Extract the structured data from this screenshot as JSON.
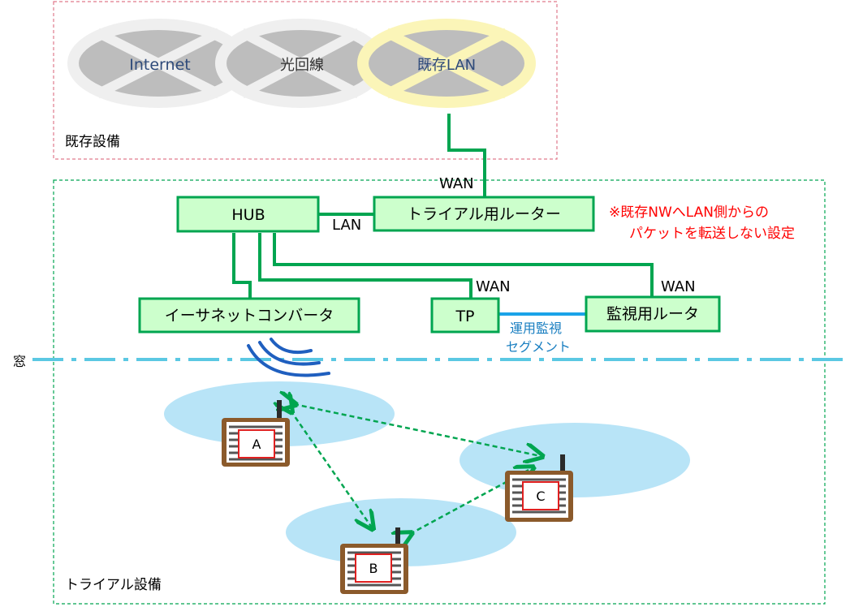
{
  "existing": {
    "title": "既存設備",
    "clouds": [
      {
        "label": "Internet"
      },
      {
        "label": "光回線"
      },
      {
        "label": "既存LAN"
      }
    ]
  },
  "trial": {
    "title": "トライアル設備"
  },
  "boxes": {
    "router": "トライアル用ルーター",
    "hub": "HUB",
    "converter": "イーサネットコンバータ",
    "tp": "TP",
    "monitor": "監視用ルータ"
  },
  "links": {
    "wan_router": "WAN",
    "lan_hub": "LAN",
    "wan_tp": "WAN",
    "wan_monitor": "WAN",
    "segment_line1": "運用監視",
    "segment_line2": "セグメント"
  },
  "note": {
    "line1": "※既存NWへLAN側からの",
    "line2": "パケットを転送しない設定"
  },
  "window_label": "窓",
  "devices": [
    {
      "label": "A"
    },
    {
      "label": "B"
    },
    {
      "label": "C"
    }
  ],
  "colors": {
    "box_fill": "#ccffcc",
    "green_line": "#00a550",
    "segment_line": "#1aa3e8",
    "note_text": "#ff0000",
    "window_line": "#5bc8e3",
    "coverage": "#b8e4f7",
    "wireless": "#1f5fbf",
    "device_body": "#8b5a2b"
  }
}
